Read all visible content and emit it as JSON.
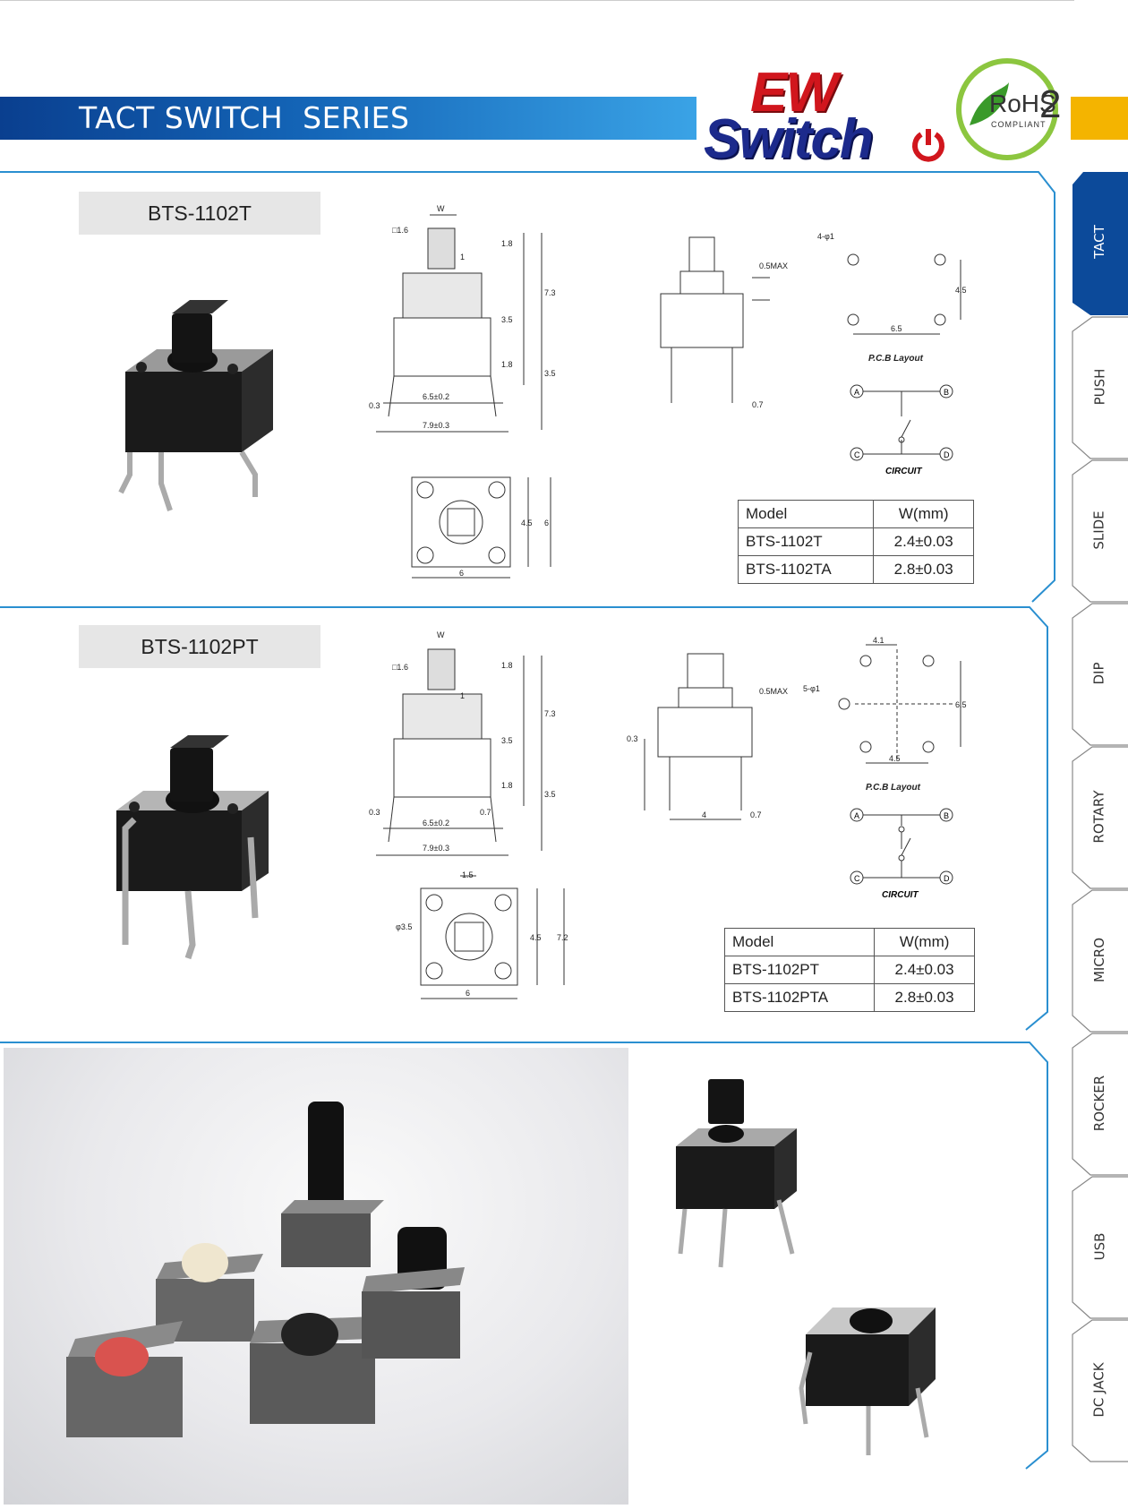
{
  "header": {
    "title": "TACT SWITCH  SERIES",
    "logo_line1": "EW",
    "logo_line2": "Switch",
    "rohs_text": "RoHS",
    "rohs_number": "2",
    "rohs_sub": "COMPLIANT"
  },
  "side_tabs": [
    {
      "label": "TACT",
      "active": true
    },
    {
      "label": "PUSH",
      "active": false
    },
    {
      "label": "SLIDE",
      "active": false
    },
    {
      "label": "DIP",
      "active": false
    },
    {
      "label": "ROTARY",
      "active": false
    },
    {
      "label": "MICRO",
      "active": false
    },
    {
      "label": "ROCKER",
      "active": false
    },
    {
      "label": "USB",
      "active": false
    },
    {
      "label": "DC JACK",
      "active": false
    }
  ],
  "colors": {
    "header_blue": "#0a3f8f",
    "tab_active": "#0c4a9a",
    "accent_yellow": "#f4b400",
    "frame_blue": "#2a8fd0"
  },
  "panel1": {
    "model": "BTS-1102T",
    "table_header": [
      "Model",
      "W(mm)"
    ],
    "rows": [
      [
        "BTS-1102T",
        "2.4±0.03"
      ],
      [
        "BTS-1102TA",
        "2.8±0.03"
      ]
    ],
    "dims": {
      "w": "W",
      "sq": "□1.6",
      "d18": "1.8",
      "d1": "1",
      "d73": "7.3",
      "d35": "3.5",
      "d18b": "1.8",
      "d35b": "3.5",
      "d03": "0.3",
      "d65": "6.5±0.2",
      "d79": "7.9±0.3",
      "d45": "4.5",
      "d6": "6",
      "d6b": "6",
      "d05": "0.5MAX",
      "d07": "0.7",
      "phi": "4-φ1",
      "d45b": "4.5",
      "d65b": "6.5"
    },
    "pcb_label": "P.C.B Layout",
    "circuit_label": "CIRCUIT",
    "circuit_nodes": [
      "A",
      "B",
      "C",
      "D"
    ]
  },
  "panel2": {
    "model": "BTS-1102PT",
    "table_header": [
      "Model",
      "W(mm)"
    ],
    "rows": [
      [
        "BTS-1102PT",
        "2.4±0.03"
      ],
      [
        "BTS-1102PTA",
        "2.8±0.03"
      ]
    ],
    "dims": {
      "w": "W",
      "sq": "□1.6",
      "d18": "1.8",
      "d1": "1",
      "d73": "7.3",
      "d35": "3.5",
      "d18b": "1.8",
      "d35b": "3.5",
      "d03": "0.3",
      "d07": "0.7",
      "d65": "6.5±0.2",
      "d79": "7.9±0.3",
      "d15": "1.5",
      "phi35": "φ3.5",
      "d45": "4.5",
      "d72": "7.2",
      "d6": "6",
      "d05": "0.5MAX",
      "d03b": "0.3",
      "d4": "4",
      "d07b": "0.7",
      "d41": "4.1",
      "phi": "5-φ1",
      "d65b": "6.5",
      "d45b": "4.5"
    },
    "pcb_label": "P.C.B Layout",
    "circuit_label": "CIRCUIT",
    "circuit_nodes": [
      "A",
      "B",
      "C",
      "D"
    ]
  }
}
